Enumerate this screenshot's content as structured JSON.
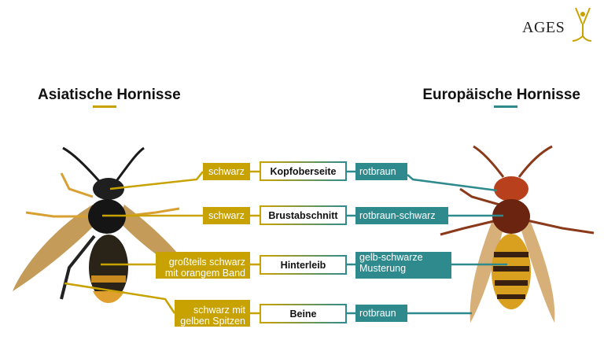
{
  "logo": {
    "text": "AGES"
  },
  "headings": {
    "left": "Asiatische Hornisse",
    "right": "Europäische Hornisse"
  },
  "colors": {
    "asian": "#c8a200",
    "european": "#2f8a8e"
  },
  "rows": [
    {
      "asian": "schwarz",
      "feature": "Kopfoberseite",
      "european": "rotbraun"
    },
    {
      "asian": "schwarz",
      "feature": "Brustabschnitt",
      "european": "rotbraun-schwarz"
    },
    {
      "asian_lines": [
        "großteils schwarz",
        "mit orangem Band"
      ],
      "feature": "Hinterleib",
      "european_lines": [
        "gelb-schwarze",
        "Musterung"
      ]
    },
    {
      "asian_lines": [
        "schwarz mit",
        "gelben Spitzen"
      ],
      "feature": "Beine",
      "european": "rotbraun"
    }
  ]
}
